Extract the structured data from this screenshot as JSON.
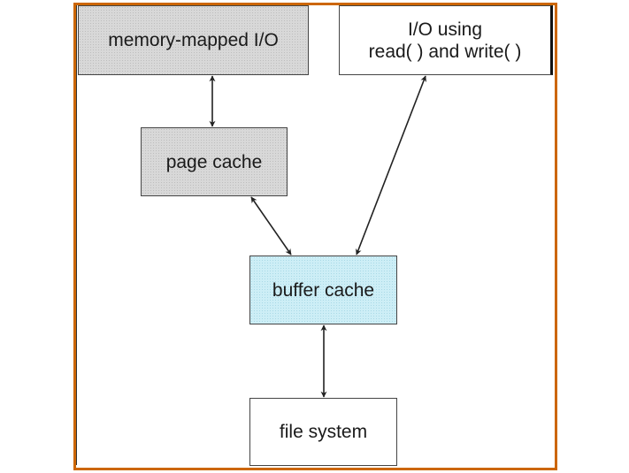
{
  "diagram": {
    "frame_color": "#cc6600",
    "boxes": {
      "memory_mapped_io": {
        "label": "memory-mapped I/O",
        "fill": "#d8d8d8"
      },
      "io_read_write": {
        "line1": "I/O using",
        "line2": "read( ) and write( )",
        "fill": "#ffffff"
      },
      "page_cache": {
        "label": "page cache",
        "fill": "#d8d8d8"
      },
      "buffer_cache": {
        "label": "buffer cache",
        "fill": "#cdeef6"
      },
      "file_system": {
        "label": "file system",
        "fill": "#ffffff"
      }
    },
    "connections": [
      {
        "from": "memory-mapped I/O",
        "to": "page cache",
        "direction": "bidirectional"
      },
      {
        "from": "page cache",
        "to": "buffer cache",
        "direction": "bidirectional"
      },
      {
        "from": "I/O using read( ) and write( )",
        "to": "buffer cache",
        "direction": "bidirectional"
      },
      {
        "from": "buffer cache",
        "to": "file system",
        "direction": "bidirectional"
      }
    ]
  }
}
